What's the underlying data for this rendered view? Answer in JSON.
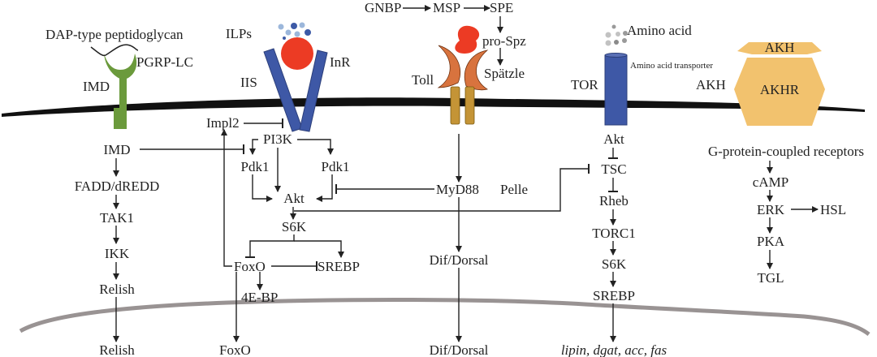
{
  "colors": {
    "outer_membrane": "#111111",
    "inner_membrane": "#999393",
    "imd_receptor": "#6b9a3c",
    "insulin_receptor": "#3e58a6",
    "ilp_ligand": "#ec3b24",
    "ilp_dots_dark": "#3d5aa6",
    "ilp_dots_light": "#9cb7db",
    "toll_receptor": "#d8733e",
    "toll_stalk": "#c49436",
    "spz": "#ec3b24",
    "tor_transporter": "#3e58a6",
    "amino_dots": "#9a9a9a",
    "akhr": "#f2c26e"
  },
  "extracellular": {
    "dap_label": "DAP-type peptidoglycan",
    "pgrp_label": "PGRP-LC",
    "imd_label": "IMD",
    "ilps_label": "ILPs",
    "iis_label": "IIS",
    "inr_label": "InR",
    "gnbp": "GNBP",
    "msp": "MSP",
    "spe": "SPE",
    "pro_spz": "pro-Spz",
    "spatzle": "Spätzle",
    "toll_label": "Toll",
    "amino_acid": "Amino acid",
    "aa_transporter": "Amino acid transporter",
    "tor_label": "TOR",
    "akh_label": "AKH",
    "akh_ligand": "AKH",
    "akhr": "AKHR"
  },
  "imd_pathway": [
    "IMD",
    "FADD/dREDD",
    "TAK1",
    "IKK",
    "Relish",
    "Relish"
  ],
  "insulin_pathway": {
    "impl2": "Impl2",
    "pi3k": "PI3K",
    "pdk1_left": "Pdk1",
    "pdk1_right": "Pdk1",
    "akt": "Akt",
    "s6k": "S6K",
    "foxo": "FoxO",
    "srebp": "SREBP",
    "four_ebp": "4E-BP",
    "foxo_nuclear": "FoxO"
  },
  "toll_pathway": {
    "myd88": "MyD88",
    "pelle": "Pelle",
    "dif_dorsal": "Dif/Dorsal",
    "dif_dorsal_nuclear": "Dif/Dorsal"
  },
  "tor_pathway": [
    "Akt",
    "TSC",
    "Rheb",
    "TORC1",
    "S6K",
    "SREBP"
  ],
  "tor_targets": "lipin, dgat, acc, fas",
  "akh_pathway": {
    "gpcr": "G-protein-coupled receptors",
    "camp": "cAMP",
    "erk": "ERK",
    "hsl": "HSL",
    "pka": "PKA",
    "tgl": "TGL"
  }
}
